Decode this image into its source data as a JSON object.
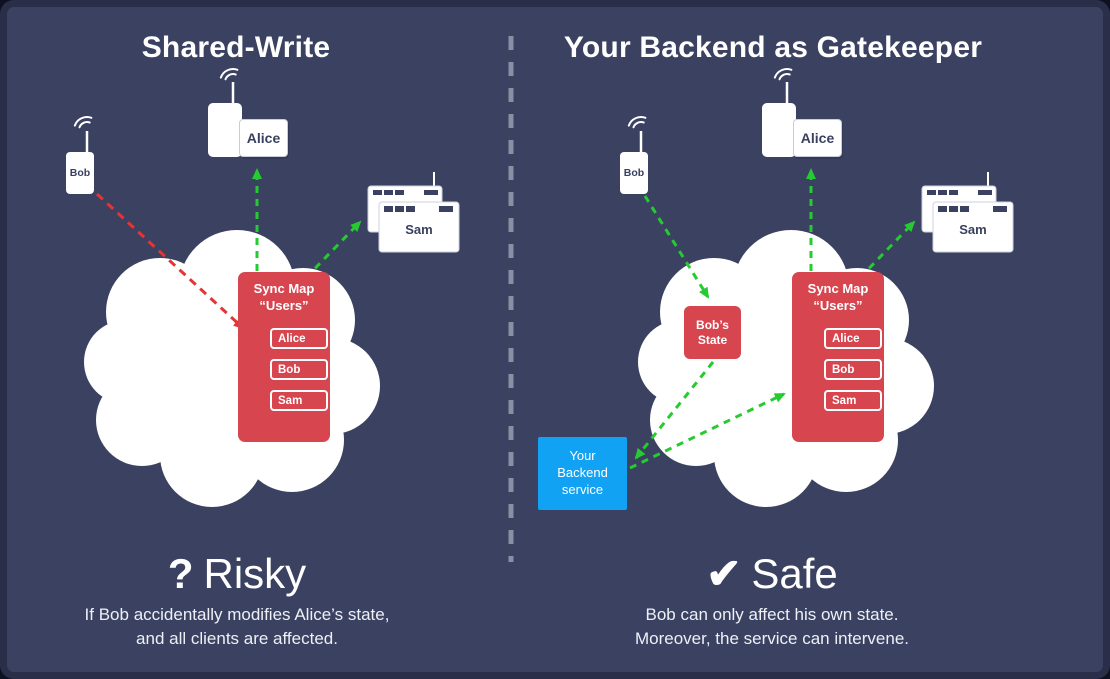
{
  "colors": {
    "background": "#3b4161",
    "red": "#d7454f",
    "blue": "#12a2f3",
    "green": "#25cb31",
    "arrow_red": "#e63333",
    "divider_gray": "#9399ac"
  },
  "left": {
    "title": "Shared-Write",
    "devices": {
      "bob": "Bob",
      "alice": "Alice",
      "sam": "Sam"
    },
    "sync_map": {
      "title_line1": "Sync Map",
      "title_line2": "“Users”",
      "entries": [
        "Alice",
        "Bob",
        "Sam"
      ]
    },
    "verdict": {
      "symbol": "?",
      "label": "Risky",
      "caption_line1": "If Bob accidentally modifies Alice’s state,",
      "caption_line2": "and all clients are affected."
    }
  },
  "right": {
    "title": "Your Backend as Gatekeeper",
    "devices": {
      "bob": "Bob",
      "alice": "Alice",
      "sam": "Sam"
    },
    "bobs_state": {
      "line1": "Bob’s",
      "line2": "State"
    },
    "sync_map": {
      "title_line1": "Sync Map",
      "title_line2": "“Users”",
      "entries": [
        "Alice",
        "Bob",
        "Sam"
      ]
    },
    "backend": {
      "line1": "Your",
      "line2": "Backend",
      "line3": "service"
    },
    "verdict": {
      "symbol": "✔",
      "label": "Safe",
      "caption_line1": "Bob can only affect his own state.",
      "caption_line2": "Moreover, the service can intervene."
    }
  }
}
